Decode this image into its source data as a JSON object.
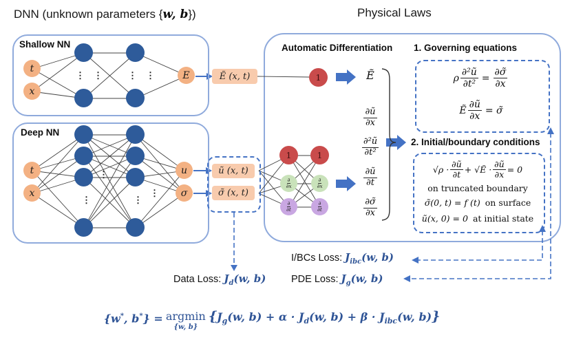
{
  "titles": {
    "dnn_prefix": "DNN (unknown parameters {",
    "dnn_params": "w, b",
    "dnn_suffix": "})",
    "physical": "Physical Laws"
  },
  "shallow": {
    "label": "Shallow NN",
    "in1": "t",
    "in2": "x",
    "out": "E",
    "dots": "⋮"
  },
  "deep": {
    "label": "Deep NN",
    "in1": "t",
    "in2": "x",
    "out1": "u",
    "out2": "σ",
    "dots": "⋮"
  },
  "nn_outputs": {
    "E": "Ẽ (x, t)",
    "u": "ũ (x, t)",
    "sigma": "σ̃ (x, t)"
  },
  "autodiff": {
    "heading": "Automatic Differentiation",
    "bias": "1",
    "op_dx": {
      "num": "∂",
      "den": "∂x"
    },
    "op_dt": {
      "num": "∂",
      "den": "∂t"
    },
    "terms": {
      "t0": "Ẽ",
      "t1": {
        "num": "∂ũ",
        "den": "∂x"
      },
      "t2": {
        "num": "∂²ũ",
        "den": "∂t²"
      },
      "t3": {
        "num": "∂ũ",
        "den": "∂t"
      },
      "t4": {
        "num": "∂σ̃",
        "den": "∂x"
      }
    }
  },
  "governing": {
    "heading": "1. Governing equations",
    "eq1": {
      "pre": "ρ",
      "f1num": "∂²ũ",
      "f1den": "∂t²",
      "mid": "=",
      "f2num": "∂σ̃",
      "f2den": "∂x"
    },
    "eq2": {
      "pre": "Ẽ",
      "f1num": "∂ũ",
      "f1den": "∂x",
      "post": "= σ̃"
    }
  },
  "ibc": {
    "heading": "2. Initial/boundary conditions",
    "bc1": {
      "p1": "√ρ ·",
      "f1num": "∂ũ",
      "f1den": "∂t",
      "p2": "+ √Ẽ ·",
      "f2num": "∂ũ",
      "f2den": "∂x",
      "p3": "= 0"
    },
    "bc1_note": "on truncated boundary",
    "bc2": "σ̃(0, t) = f (t)",
    "bc2_note": "on surface",
    "bc3": "ũ(x, 0) = 0",
    "bc3_note": "at initial state"
  },
  "losses": {
    "data_label": "Data Loss:",
    "data_j": "J",
    "data_sub": "d",
    "data_args": "(w, b)",
    "ibc_label": "I/BCs Loss:",
    "ibc_j": "J",
    "ibc_sub": "ibc",
    "ibc_args": "(w, b)",
    "pde_label": "PDE Loss:",
    "pde_j": "J",
    "pde_sub": "g",
    "pde_args": "(w, b)"
  },
  "formula": {
    "l1": "{w",
    "st1": "*",
    "l2": ", b",
    "st2": "*",
    "l3": "} =",
    "argmin": "argmin",
    "argmin_sub": "{w, b}",
    "open": "{",
    "j1": "J",
    "s1": "g",
    "a1": "(w, b) + α · ",
    "j2": "J",
    "s2": "d",
    "a2": "(w, b) + β · ",
    "j3": "J",
    "s3": "ibc",
    "a3": "(w, b)",
    "close": "}"
  },
  "colors": {
    "box_border": "#8FAADC",
    "dashed_blue": "#4472C4",
    "arrow_blue": "#4472C4",
    "node_blue": "#2E5B9A",
    "node_orange": "#F3B183",
    "label_peach": "#F8CBAD",
    "node_red": "#C94B4B",
    "node_green": "#C9E2BA",
    "node_purple": "#C9A7E2",
    "formula_blue": "#2F5496"
  }
}
